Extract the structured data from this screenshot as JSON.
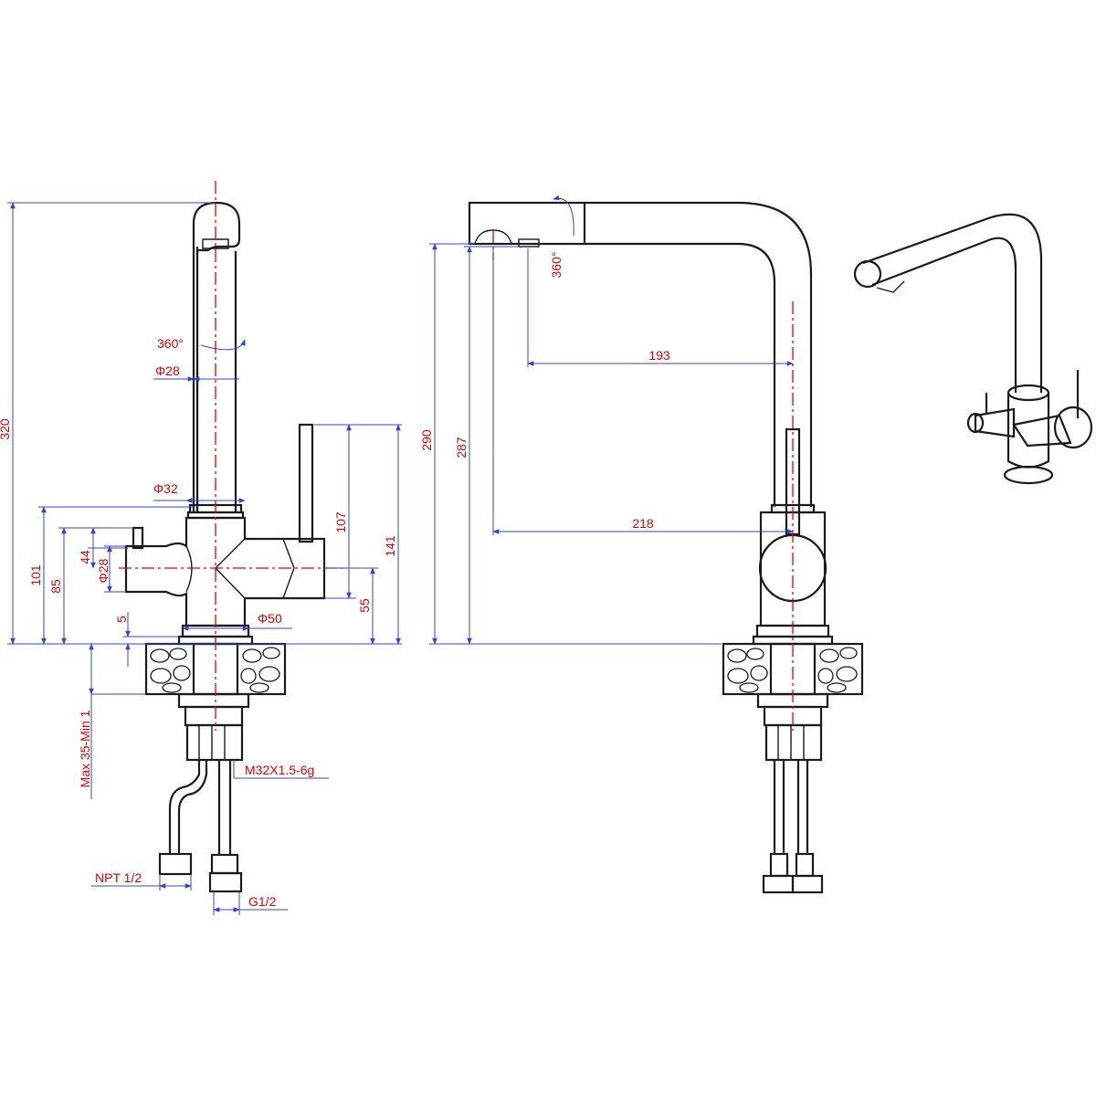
{
  "colors": {
    "outline": "#1a1a1a",
    "dimension": "#3344cc",
    "label": "#e60000"
  },
  "front_view": {
    "height_total": "320",
    "rotation": "360°",
    "spout_diameter": "Φ28",
    "body_diameter": "Φ32",
    "base_diameter": "Φ50",
    "height_body": "101",
    "height_handle": "85",
    "handle_offset": "44",
    "handle_diameter": "Φ28",
    "base_gap": "5",
    "lever_height": "107",
    "lever_total": "141",
    "lever_low": "55",
    "counter_thickness": "Max 35-Min 1",
    "thread": "M32X1.5-6g",
    "npt": "NPT 1/2",
    "g_thread": "G1/2"
  },
  "side_view": {
    "height_spout": "290",
    "height_outlet": "287",
    "reach_outlet": "193",
    "reach_spout": "218",
    "head_rotation": "360°"
  }
}
